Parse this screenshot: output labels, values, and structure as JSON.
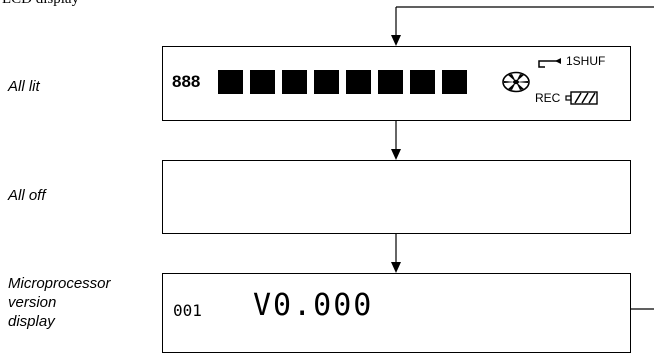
{
  "header": {
    "title_fragment": "LCD display"
  },
  "steps": [
    {
      "label": "All lit"
    },
    {
      "label": "All off"
    },
    {
      "label_lines": [
        "Microprocessor",
        "version",
        "display"
      ]
    }
  ],
  "all_lit_display": {
    "digits": "888",
    "block_count": 8,
    "icons": [
      "disc-icon",
      "repeat-arrow-icon",
      "battery-icon"
    ],
    "repeat_text": "1SHUF",
    "rec_text": "REC"
  },
  "version_display": {
    "track": "001",
    "version": "V0.000"
  }
}
